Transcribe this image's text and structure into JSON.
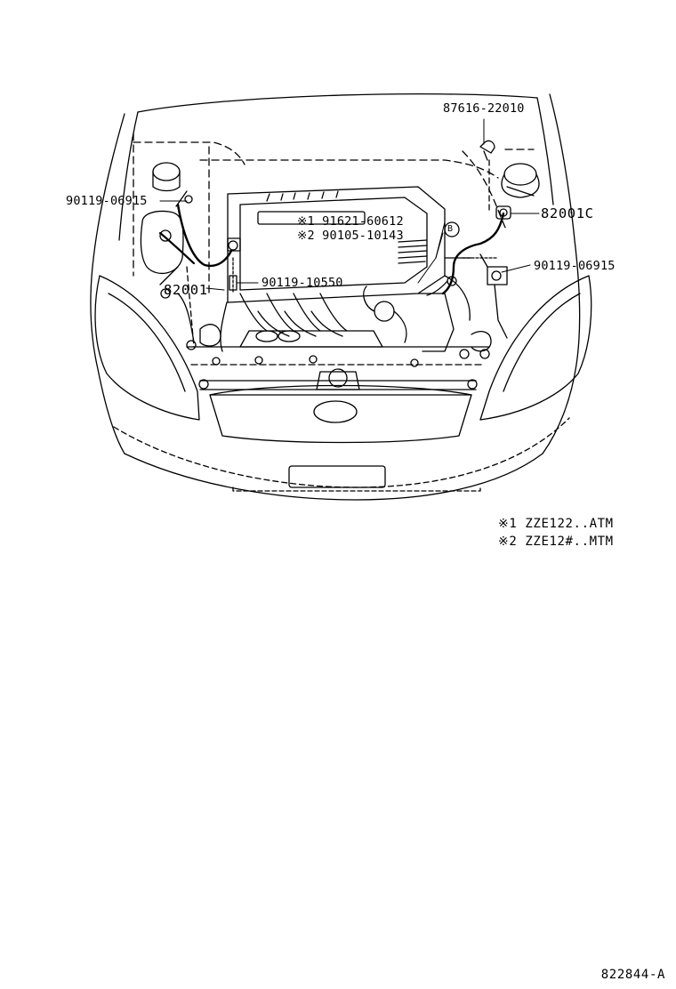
{
  "callouts": {
    "p87616": "87616-22010",
    "p90119_left": "90119-06915",
    "p91621": "※1 91621-60612",
    "p90105": "※2 90105-10143",
    "p82001c": "82001C",
    "p90119_right": "90119-06915",
    "p82001": "82001",
    "p90119_10550": "90119-10550",
    "marker_b": "B"
  },
  "notes": [
    "※1  ZZE122..ATM",
    "※2  ZZE12#..MTM"
  ],
  "diagram_id": "822844-A"
}
